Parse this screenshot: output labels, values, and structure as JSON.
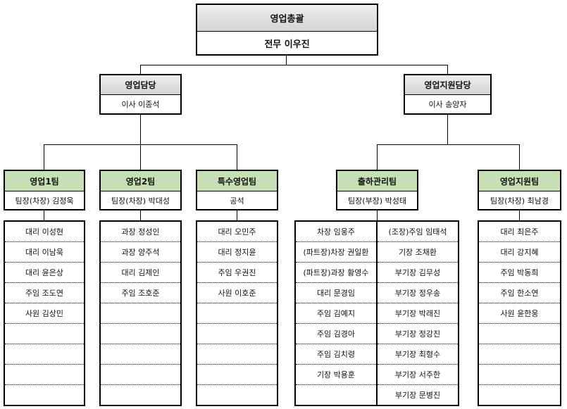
{
  "top": {
    "title": "영업총괄",
    "person": "전무 이우진"
  },
  "divisions": [
    {
      "title": "영업담당",
      "person": "이사 이종석"
    },
    {
      "title": "영업지원담당",
      "person": "이사 송양자"
    }
  ],
  "teams": [
    {
      "title": "영업1팀",
      "leader": "팀장(차장) 김정욱",
      "columns": [
        [
          "대리 이성현",
          "대리 이남욱",
          "대리 윤은상",
          "주임 조도연",
          "사원 김상민",
          "",
          "",
          "",
          ""
        ]
      ]
    },
    {
      "title": "영업2팀",
      "leader": "팀장(차장) 박대성",
      "columns": [
        [
          "과장 정성인",
          "과장 양주석",
          "대리 김제인",
          "주임 조호준",
          "",
          "",
          "",
          "",
          ""
        ]
      ]
    },
    {
      "title": "특수영업팀",
      "leader": "공석",
      "columns": [
        [
          "대리 오민주",
          "대리 정지윤",
          "주임 우권진",
          "사원 이호준",
          "",
          "",
          "",
          "",
          ""
        ]
      ]
    },
    {
      "title": "출하관리팀",
      "leader": "팀장(부장) 박성태",
      "columns": [
        [
          "차장 임웅주",
          "(파트장)차장 권일환",
          "(파트장)과장 황영수",
          "대리 문경임",
          "주임 김예지",
          "주임 김경아",
          "주임 김치령",
          "기장 박용훈",
          ""
        ],
        [
          "(조장)주임 임태석",
          "기장 조채환",
          "부기장 김무성",
          "부기장 정우송",
          "부기장 박래진",
          "부기장 정강진",
          "부기장 최형수",
          "부기장 서주한",
          "부기장 문병진"
        ]
      ]
    },
    {
      "title": "영업지원팀",
      "leader": "팀장(차장) 최남경",
      "columns": [
        [
          "대리 최은주",
          "대리 강지혜",
          "주임 박동희",
          "주임 한소연",
          "사원 윤한웅",
          "",
          "",
          "",
          ""
        ]
      ]
    }
  ],
  "colors": {
    "header_gray": "#d9d9d9",
    "team_green": "#c6e0b4",
    "line": "#000000"
  }
}
